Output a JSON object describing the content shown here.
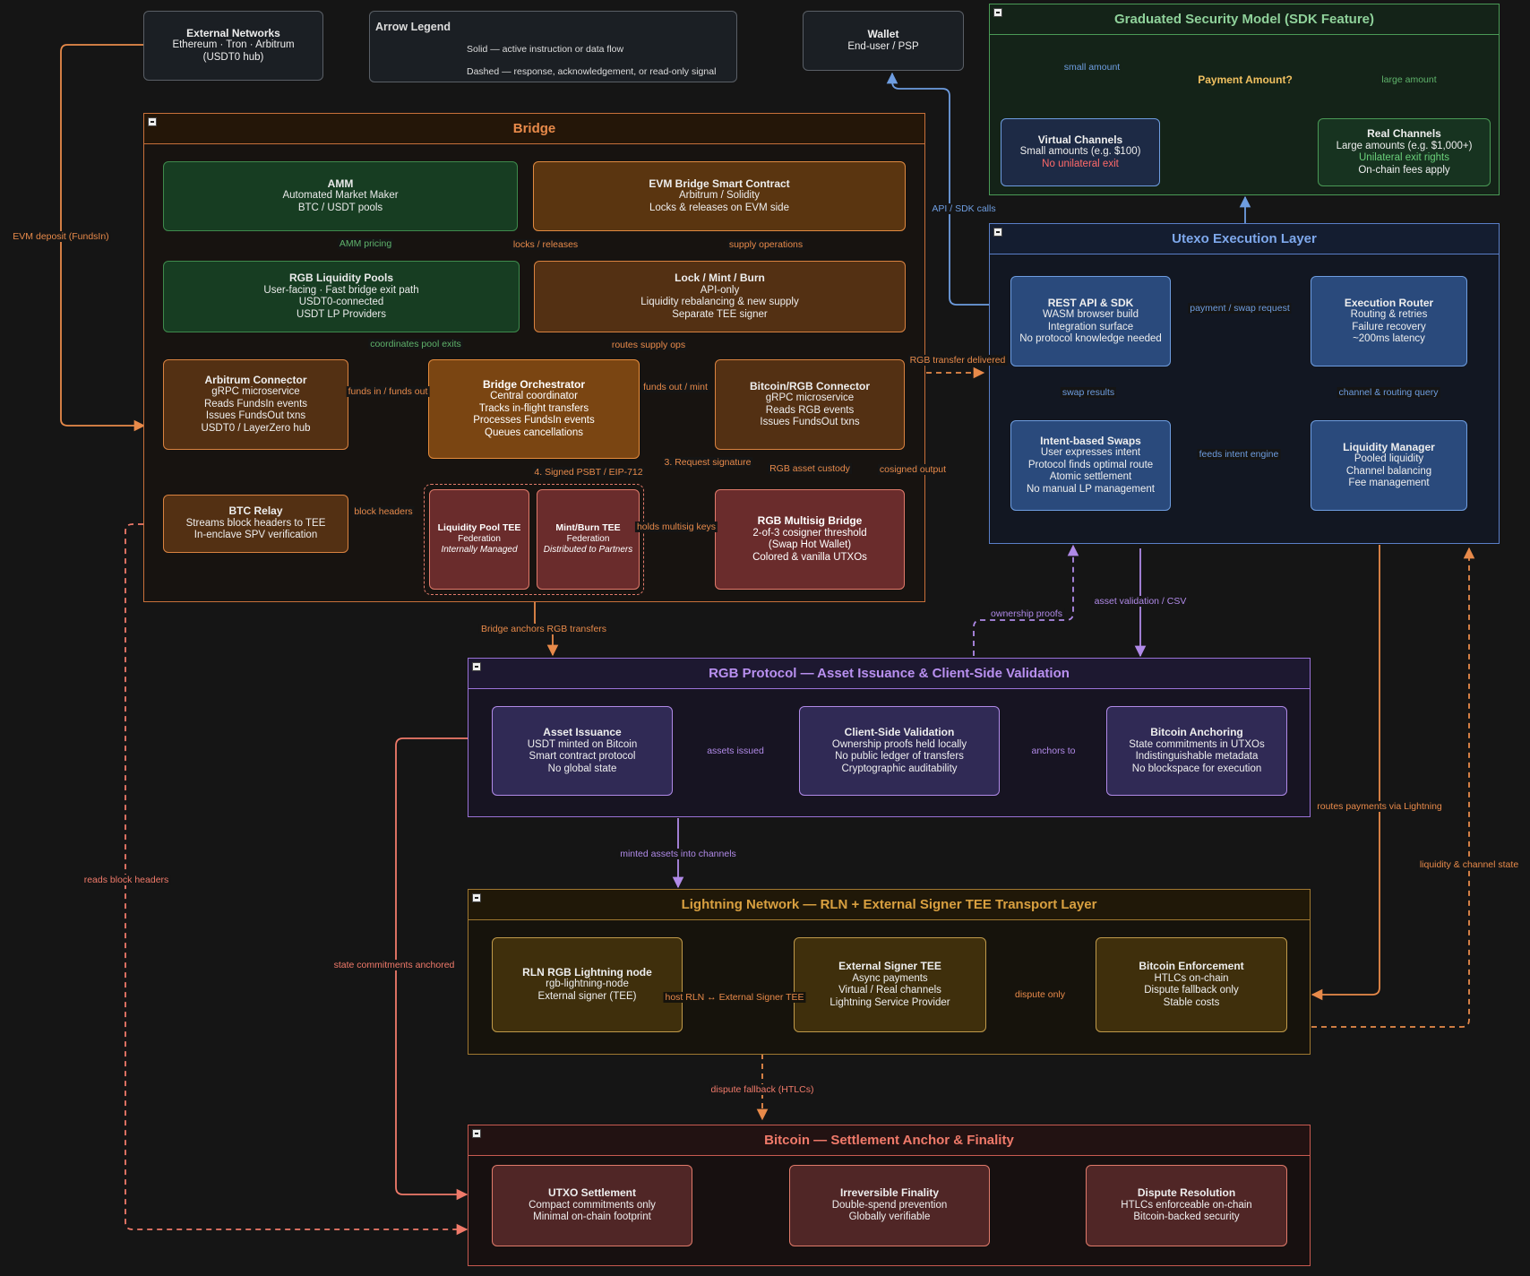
{
  "colors": {
    "orange": "#e88a4a",
    "green": "#5fb36b",
    "blue": "#6e9de0",
    "purple": "#b08ae8",
    "salmon": "#f07a6a",
    "gray": "#bbbbbb"
  },
  "external": {
    "title": "External Networks",
    "lines": [
      "Ethereum · Tron · Arbitrum",
      "(USDT0 hub)"
    ]
  },
  "legend": {
    "title": "Arrow Legend",
    "solid": "Solid — active instruction or data flow",
    "dashed": "Dashed — response, acknowledgement, or read-only signal"
  },
  "wallet": {
    "title": "Wallet",
    "lines": [
      "End-user / PSP"
    ]
  },
  "security": {
    "title": "Graduated Security Model (SDK Feature)",
    "decision": "Payment Amount?",
    "small_label": "small amount",
    "large_label": "large amount",
    "virtual": {
      "title": "Virtual Channels",
      "lines": [
        "Small amounts (e.g. $100)"
      ],
      "warn": "No unilateral exit"
    },
    "real": {
      "title": "Real Channels",
      "lines": [
        "Large amounts (e.g. $1,000+)"
      ],
      "good": "Unilateral exit rights",
      "extra": "On-chain fees apply"
    }
  },
  "bridge": {
    "title": "Bridge",
    "amm": {
      "title": "AMM",
      "lines": [
        "Automated Market Maker",
        "BTC / USDT pools"
      ]
    },
    "evm": {
      "title": "EVM Bridge Smart Contract",
      "lines": [
        "Arbitrum / Solidity",
        "Locks & releases on EVM side"
      ]
    },
    "pools": {
      "title": "RGB Liquidity Pools",
      "lines": [
        "User-facing · Fast bridge exit path",
        "USDT0-connected",
        "USDT LP Providers"
      ]
    },
    "lmb": {
      "title": "Lock / Mint / Burn",
      "lines": [
        "API-only",
        "Liquidity rebalancing & new supply",
        "Separate TEE signer"
      ]
    },
    "arb": {
      "title": "Arbitrum Connector",
      "lines": [
        "gRPC microservice",
        "Reads FundsIn events",
        "Issues FundsOut txns",
        "USDT0 / LayerZero hub"
      ]
    },
    "orch": {
      "title": "Bridge Orchestrator",
      "lines": [
        "Central coordinator",
        "Tracks in-flight transfers",
        "Processes FundsIn events",
        "Queues cancellations"
      ]
    },
    "btcrgb": {
      "title": "Bitcoin/RGB Connector",
      "lines": [
        "gRPC microservice",
        "Reads RGB events",
        "Issues FundsOut txns"
      ]
    },
    "relay": {
      "title": "BTC Relay",
      "lines": [
        "Streams block headers to TEE",
        "In-enclave SPV verification"
      ]
    },
    "lptee": {
      "title": "Liquidity Pool TEE",
      "lines": [
        "Federation"
      ],
      "italic": "Internally Managed"
    },
    "mbtee": {
      "title": "Mint/Burn TEE",
      "lines": [
        "Federation"
      ],
      "italic": "Distributed to Partners"
    },
    "multisig": {
      "title": "RGB Multisig Bridge",
      "lines": [
        "2-of-3 cosigner threshold",
        "(Swap Hot Wallet)",
        "Colored & vanilla UTXOs"
      ]
    }
  },
  "utexo": {
    "title": "Utexo Execution Layer",
    "rest": {
      "title": "REST API & SDK",
      "lines": [
        "WASM browser build",
        "Integration surface",
        "No protocol knowledge needed"
      ]
    },
    "router": {
      "title": "Execution Router",
      "lines": [
        "Routing & retries",
        "Failure recovery",
        "~200ms latency"
      ]
    },
    "swaps": {
      "title": "Intent-based Swaps",
      "lines": [
        "User expresses intent",
        "Protocol finds optimal route",
        "Atomic settlement",
        "No manual LP management"
      ]
    },
    "liq": {
      "title": "Liquidity Manager",
      "lines": [
        "Pooled liquidity",
        "Channel balancing",
        "Fee management"
      ]
    }
  },
  "rgb": {
    "title": "RGB Protocol — Asset Issuance & Client-Side Validation",
    "issuance": {
      "title": "Asset Issuance",
      "lines": [
        "USDT minted on Bitcoin",
        "Smart contract protocol",
        "No global state"
      ]
    },
    "csv": {
      "title": "Client-Side Validation",
      "lines": [
        "Ownership proofs held locally",
        "No public ledger of transfers",
        "Cryptographic auditability"
      ]
    },
    "anchor": {
      "title": "Bitcoin Anchoring",
      "lines": [
        "State commitments in UTXOs",
        "Indistinguishable metadata",
        "No blockspace for execution"
      ]
    }
  },
  "ln": {
    "title": "Lightning Network — RLN + External Signer TEE Transport Layer",
    "rln": {
      "title": "RLN RGB Lightning node",
      "lines": [
        "rgb-lightning-node",
        "External signer (TEE)"
      ]
    },
    "signer": {
      "title": "External Signer TEE",
      "lines": [
        "Async payments",
        "Virtual / Real channels",
        "Lightning Service Provider"
      ]
    },
    "enforce": {
      "title": "Bitcoin Enforcement",
      "lines": [
        "HTLCs on-chain",
        "Dispute fallback only",
        "Stable costs"
      ]
    }
  },
  "btc": {
    "title": "Bitcoin — Settlement Anchor & Finality",
    "utxo": {
      "title": "UTXO Settlement",
      "lines": [
        "Compact commitments only",
        "Minimal on-chain footprint"
      ]
    },
    "final": {
      "title": "Irreversible Finality",
      "lines": [
        "Double-spend prevention",
        "Globally verifiable"
      ]
    },
    "dispute": {
      "title": "Dispute Resolution",
      "lines": [
        "HTLCs enforceable on-chain",
        "Bitcoin-backed security"
      ]
    }
  },
  "edges": {
    "evm_deposit": "EVM deposit (FundsIn)",
    "amm_pricing": "AMM pricing",
    "locks_releases": "locks / releases",
    "supply_ops": "supply operations",
    "coord_pool": "coordinates pool exits",
    "routes_supply": "routes supply ops",
    "funds_in_out": "funds in / funds out",
    "funds_out_mint": "funds out / mint",
    "rgb_delivered": "RGB transfer delivered",
    "req_sig": "3. Request signature",
    "signed_psbt": "4. Signed PSBT / EIP-712",
    "rgb_custody": "RGB asset custody",
    "cosigned": "cosigned output",
    "block_headers": "block headers",
    "holds_keys": "holds multisig keys",
    "api_sdk": "API / SDK calls",
    "pay_swap": "payment / swap request",
    "channel_routing": "channel & routing query",
    "swap_results": "swap results",
    "feeds_intent": "feeds intent engine",
    "bridge_anchors": "Bridge anchors RGB transfers",
    "ownership": "ownership proofs",
    "asset_val": "asset validation / CSV",
    "assets_issued": "assets issued",
    "anchors_to": "anchors to",
    "minted_channels": "minted assets into channels",
    "routes_ln": "routes payments via Lightning",
    "liq_state": "liquidity & channel state",
    "reads_headers": "reads block headers",
    "state_commit": "state commitments anchored",
    "host_rln": "host RLN ↔ External Signer TEE",
    "dispute_only": "dispute only",
    "dispute_fallback": "dispute fallback (HTLCs)"
  }
}
